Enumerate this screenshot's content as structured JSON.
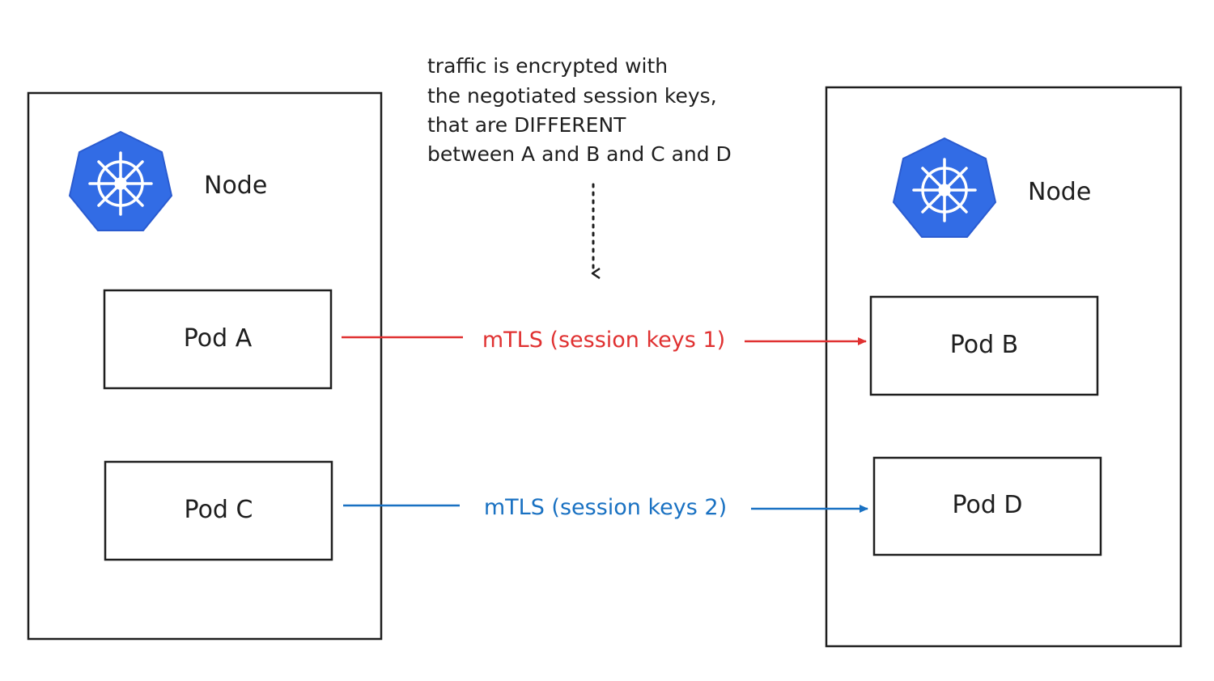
{
  "note": {
    "lines": [
      "traffic is encrypted with",
      "the negotiated session keys,",
      "that are DIFFERENT",
      "between A and B and C and D"
    ]
  },
  "left_node": {
    "label": "Node",
    "icon": "kubernetes-helm-icon",
    "pods": [
      "Pod A",
      "Pod C"
    ]
  },
  "right_node": {
    "label": "Node",
    "icon": "kubernetes-helm-icon",
    "pods": [
      "Pod B",
      "Pod D"
    ]
  },
  "connections": [
    {
      "label": "mTLS (session keys 1)",
      "color": "#e03131"
    },
    {
      "label": "mTLS (session keys 2)",
      "color": "#1971c2"
    }
  ],
  "colors": {
    "kubernetes_blue": "#326ce5",
    "stroke": "#1e1e1e"
  }
}
